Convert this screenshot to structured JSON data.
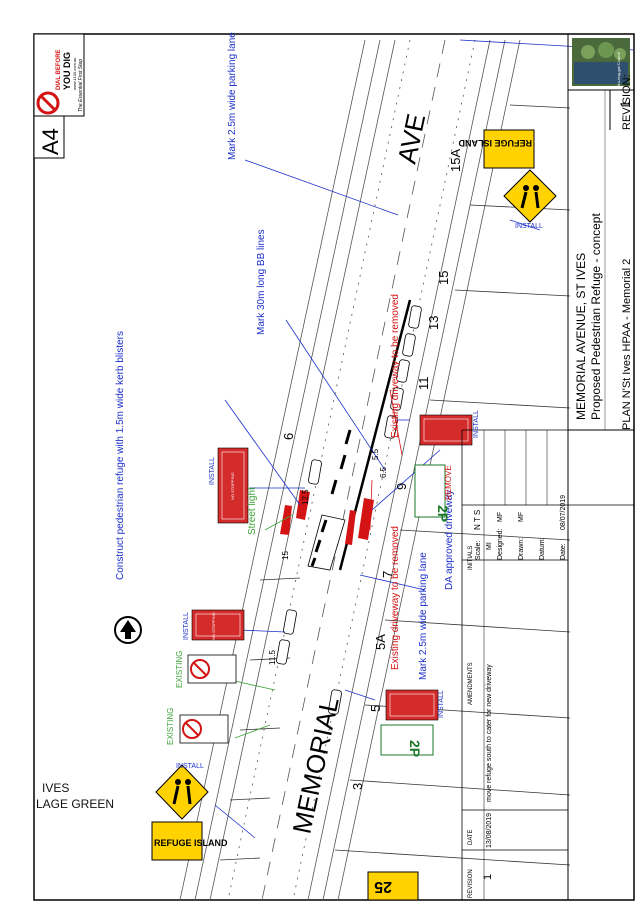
{
  "sheet": {
    "paper_size": "A4",
    "road_name_1": "MEMORIAL",
    "road_name_2": "AVE",
    "north_arrow": "north-arrow-icon"
  },
  "house_numbers": [
    "3",
    "5",
    "5A",
    "7",
    "9",
    "11",
    "13",
    "15",
    "15A",
    "6"
  ],
  "annotations": {
    "parking_top": "Mark 2.5m wide parking lane",
    "bb_lines": "Mark 30m long BB lines",
    "refuge": "Construct pedestrian refuge with 1.5m wide kerb blisters",
    "street_light": "Street light",
    "da_driveway": "DA approved driveway",
    "existing_driveway_1": "Existing driveway to be removed",
    "existing_driveway_2": "Existing driveway to be removed",
    "parking_bottom": "Mark 2.5m wide parking lane",
    "ives_1": "IVES",
    "ives_2": "LAGE GREEN"
  },
  "signs": {
    "install": "INSTALL",
    "existing": "EXISTING",
    "remove": "REMOVE",
    "no_stopping": "NO STOPPING",
    "p2_value": "2P",
    "refuge_island": "REFUGE ISLAND",
    "speed_value": "25"
  },
  "dimensions": [
    "12.5",
    "15",
    "11.5",
    "6.5",
    "5.5"
  ],
  "dbyd": {
    "line1": "DIAL BEFORE",
    "line2": "YOU DIG",
    "url": "www.1100.com.au",
    "tagline": "The Essential First Step"
  },
  "title_block": {
    "line1": "MEMORIAL AVENUE, ST IVES",
    "line2": "Proposed Pedestrian Refuge - concept",
    "line3": "PLAN N'St Ives HPAA - Memorial 2",
    "revision_label": "REVISION:",
    "revision_value": "1",
    "council_name": "Ku-ring-gai Council"
  },
  "details": {
    "scale_label": "Scale:",
    "scale_value": "N T S",
    "designed_label": "Designed:",
    "designed_value": "MF",
    "drawn_label": "Drawn:",
    "drawn_value": "MF",
    "datum_label": "Datum:",
    "datum_value": "",
    "date_label": "Date:",
    "date_value": "08/07/2019"
  },
  "amendments": {
    "header_revision": "REVISION",
    "header_date": "DATE",
    "header_amendments": "AMENDMENTS",
    "header_initials": "INITIALS",
    "rows": [
      {
        "revision": "1",
        "date": "13/08/2019",
        "amendment": "move refuge south to cater for new driveway",
        "initials": "MI"
      }
    ]
  },
  "colors": {
    "annotation_blue": "#1c2fc9",
    "remove_red": "#d41414",
    "existing_green": "#3fa33a",
    "sign_red": "#d42b2b",
    "warning_yellow": "#ffd200"
  }
}
